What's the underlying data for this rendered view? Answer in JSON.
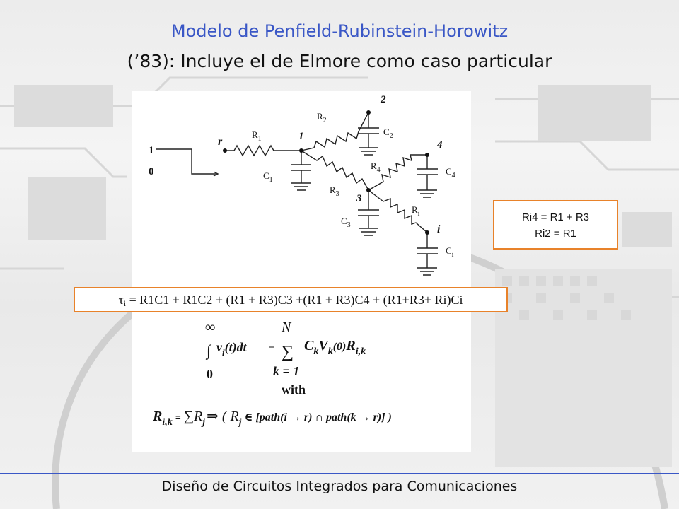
{
  "title": {
    "line1": "Modelo de Penfield-Rubinstein-Horowitz",
    "line2": "(’83): Incluye el de Elmore como caso particular"
  },
  "circuit": {
    "input_high": "1",
    "input_low": "0",
    "nodes": {
      "r": "r",
      "n1": "1",
      "n2": "2",
      "n3": "3",
      "n4": "4",
      "ni": "i"
    },
    "resistors": {
      "R1": "R",
      "R2": "R",
      "R3": "R",
      "R4": "R",
      "Ri": "R",
      "R1_sub": "1",
      "R2_sub": "2",
      "R3_sub": "3",
      "R4_sub": "4",
      "Ri_sub": "i"
    },
    "capacitors": {
      "C1": "C",
      "C2": "C",
      "C3": "C",
      "C4": "C",
      "Ci": "C",
      "C1_sub": "1",
      "C2_sub": "2",
      "C3_sub": "3",
      "C4_sub": "4",
      "Ci_sub": "i"
    }
  },
  "equation": {
    "infinity": "∞",
    "zero": "0",
    "integral": "∫",
    "lhs": "v",
    "lhs_sub": "i",
    "lhs_arg": "(t)dt",
    "equals": "=",
    "sum_top": "N",
    "sum_symbol": "∑",
    "sum_bottom": "k = 1",
    "term": "C",
    "term_sub": "k",
    "term_v": "V",
    "term_v_sub": "k",
    "term_v_arg": "(0)",
    "term_r": "R",
    "term_r_sub": "i,k",
    "with": "with",
    "rdef_lhs": "R",
    "rdef_lhs_sub": "i,k",
    "rdef_eq": "=",
    "rdef_sum": "∑R",
    "rdef_sum_sub": "j",
    "rdef_cond": "⇒ ( R",
    "rdef_cond_sub": "j",
    "rdef_set": "∈ [path(i → r) ∩ path(k → r)] )"
  },
  "formula": {
    "tau": "τ",
    "tau_sub": "i",
    "rhs": "= R1C1 + R1C2 + (R1 + R3)C3 +(R1 + R3)C4 + (R1+R3+ Ri)Ci"
  },
  "resistance_box": {
    "line1": "Ri4 = R1 + R3",
    "line2": "Ri2 = R1"
  },
  "footer": "Diseño de Circuitos Integrados para Comunicaciones",
  "colors": {
    "title_blue": "#3a57c6",
    "box_border": "#e8822a",
    "footer_rule": "#3a57c6"
  }
}
